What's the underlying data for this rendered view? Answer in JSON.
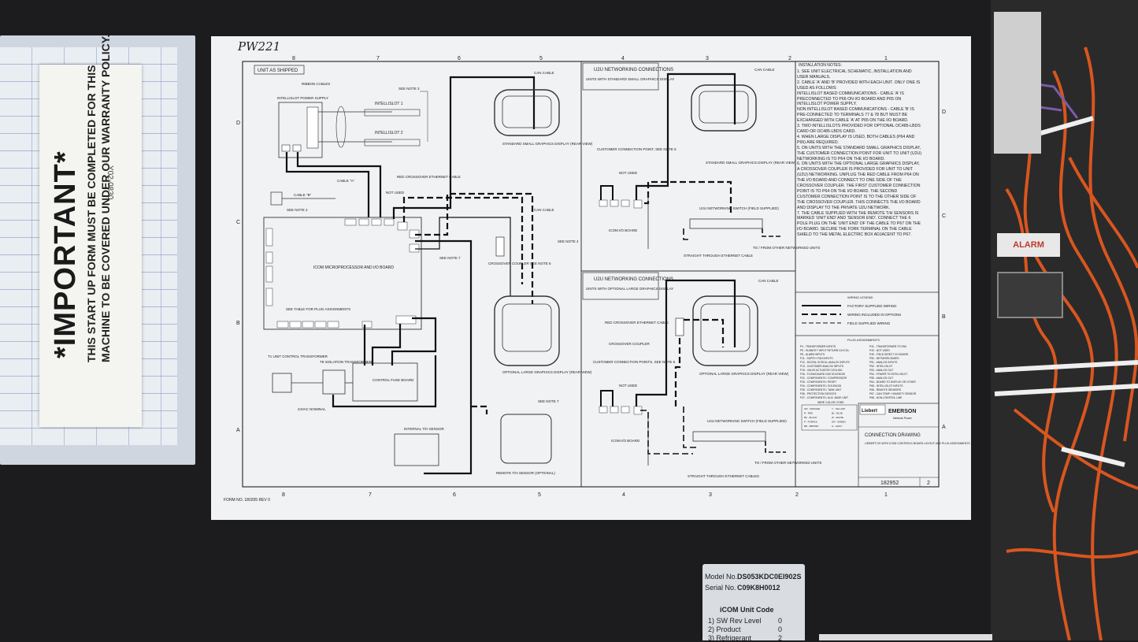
{
  "important_label": {
    "title": "*IMPORTANT*",
    "line1": "THIS START UP FORM MUST BE COMPLETED FOR THIS",
    "line2": "MACHINE TO BE COVERED UNDER OUR WARRANTY POLICY.",
    "form_no": "Y02-0830"
  },
  "handwritten_tag": "PW221",
  "sheet": {
    "zone_numbers_top": [
      "8",
      "7",
      "6",
      "5",
      "4",
      "3",
      "2",
      "1"
    ],
    "zone_letters": [
      "D",
      "C",
      "B",
      "A"
    ],
    "form_footer": "FORM NO. 180205   REV 0",
    "unit_as_shipped": "UNIT AS SHIPPED",
    "u2u_standard_title": "U2U NETWORKING CONNECTIONS",
    "u2u_standard_sub": "UNITS WITH STANDARD SMALL GRAPHICS DISPLAY",
    "u2u_optional_title": "U2U NETWORKING CONNECTIONS",
    "u2u_optional_sub": "UNITS WITH OPTIONAL LARGE GRAPHICS DISPLAY",
    "labels": {
      "ribbon_cables": "RIBBON CABLES",
      "intellislot_power_supply": "INTELLISLOT POWER SUPPLY",
      "intellislot1": "INTELLISLOT 1",
      "intellislot2": "INTELLISLOT 2",
      "see_note3": "SEE NOTE 3",
      "cable_a": "CABLE \"A\"",
      "cable_b": "CABLE \"B\"",
      "see_note2": "SEE NOTE 2",
      "not_used": "NOT USED",
      "red_crossover": "RED CROSSOVER ETHERNET CABLE",
      "can_cable": "CAN CABLE",
      "icom_board": "ICOM MICROPROCESSOR AND I/O BOARD",
      "see_table": "SEE TABLE FOR PLUG ASSIGNMENTS",
      "see_note7": "SEE NOTE 7",
      "see_note4": "SEE NOTE 4",
      "crossover_coupler": "CROSSOVER COUPLER SEE NOTE 6",
      "standard_display": "STANDARD SMALL GRAPHICS DISPLAY (REAR VIEW)",
      "optional_display": "OPTIONAL LARGE GRAPHICS DISPLAY (REAR VIEW)",
      "t1_transformer": "T1 UNIT CONTROL TRANSFORMER",
      "t8_transformer": "T8 ISOLATION TRANSFORMER",
      "control_fuse": "CONTROL FUSE BOARD",
      "vac24": "24VAC NOMINAL",
      "internal_sensor": "INTERNAL T/H SENSOR",
      "remote_sensor": "REMOTE T/H SENSOR (OPTIONAL)",
      "customer_conn_5": "CUSTOMER CONNECTION POINT, SEE NOTE 5",
      "customer_conn_6": "CUSTOMER CONNECTION POINTS, SEE NOTE 6",
      "icom_io": "ICOM I/O BOARD",
      "u2u_switch": "U2U NETWORKING SWITCH (FIELD SUPPLIED)",
      "to_from_units": "TO / FROM OTHER NETWORKED UNITS",
      "straight_cable": "STRAIGHT THROUGH ETHERNET CABLE",
      "straight_cables": "STRAIGHT THROUGH ETHERNET CABLES",
      "red_crossover2": "RED CROSSOVER ETHERNET CABLE",
      "crossover_coupler2": "CROSSOVER COUPLER"
    },
    "installation_notes_title": "INSTALLATION NOTES:",
    "installation_notes": [
      "1. SEE UNIT ELECTRICAL SCHEMATIC, INSTALLATION AND USER MANUALS.",
      "2. CABLE 'A' AND 'B' PROVIDED WITH EACH UNIT. ONLY ONE IS USED AS FOLLOWS:",
      "INTELLISLOT BASED COMMUNICATIONS - CABLE 'A' IS PRECONNECTED TO P66 ON I/O BOARD AND P65 ON INTELLISLOT POWER SUPPLY.",
      "NON INTELLISLOT BASED COMMUNICATIONS - CABLE 'B' IS PRE-CONNECTED TO TERMINALS 77 & 78 BUT MUST BE EXCHANGED WITH CABLE 'A' AT P65 ON THE I/O BOARD.",
      "3. TWO INTELLISLOTS PROVIDED FOR OPTIONAL OC485-LBDS CARD OR OC485-LBDS CARD.",
      "4. WHEN LARGE DISPLAY IS USED, BOTH CABLES (P64 AND P66) ARE REQUIRED.",
      "5. ON UNITS WITH THE STANDARD SMALL GRAPHICS DISPLAY, THE CUSTOMER CONNECTION POINT FOR UNIT TO UNIT (U2U) NETWORKING IS TO P64 ON THE I/O BOARD.",
      "6. ON UNITS WITH THE OPTIONAL LARGE GRAPHICS DISPLAY, A CROSSOVER COUPLER IS PROVIDED FOR UNIT TO UNIT (U2U) NETWORKING. UNPLUG THE RED CABLE FROM P64 ON THE I/O BOARD AND CONNECT TO ONE SIDE OF THE CROSSOVER COUPLER. THE FIRST CUSTOMER CONNECTION POINT IS TO P64 ON THE I/O BOARD. THE SECOND CUSTOMER CONNECTION POINT IS TO THE OTHER SIDE OF THE CROSSOVER COUPLER. THIS CONNECTS THE I/O BOARD AND DISPLAY TO THE PRIVATE U2U NETWORK.",
      "7. THE CABLE SUPPLIED WITH THE REMOTE T/H SENSORS IS MARKED 'UNIT END' AND 'SENSOR END'. CONNECT THE 6 POLE PLUG ON THE 'UNIT END' OF THE CABLE TO P67 ON THE I/O BOARD. SECURE THE FORK TERMINAL ON THE CABLE SHIELD TO THE METAL ELECTRIC BOX ADJACENT TO P67."
    ],
    "wiring_legend_title": "WIRING LEGEND",
    "wiring_legend": [
      "FACTORY SUPPLIED WIRING",
      "WIRING INCLUDED IN OPTIONS",
      "FIELD SUPPLIED WIRING"
    ],
    "plug_assignments_title": "PLUG ASSIGNMENTS",
    "plug_assignments_left": [
      "P4 - TRANSFORMER INPUTS",
      "P5 - HUMIDITY INPUT RETURN GLYCOL",
      "P8 - ALARM INPUTS",
      "P11 - SUPPLY FAN INPUTS",
      "P12 - DIGITAL SCROLL ANALOG INPUTS",
      "P13 - CUSTOMER ANALOG INPUTS",
      "P15 - VALVE ACTUATOR COOLING",
      "P16 - FLOW/GUARD GAS SOLENOID",
      "P22 - COMPONENTS / COMPRESSOR",
      "P33 - COMPONENTS / RESET",
      "P34 - COMPONENTS / SOLENOID",
      "P35 - COMPONENTS / TANK UNIT",
      "P36 - PROTECTION DEVICES",
      "P37 - COMPONENTS / AUX. BASE UNIT"
    ],
    "plug_assignments_right": [
      "P41 - TRANSFORMER TO FAN",
      "P43 - NOT USED",
      "P49 - FIELD DIRECT I/O BOARD",
      "P50 - NETWORK BASED",
      "P51 - ANALOG INPUTS",
      "P52 - INTELLISLOT",
      "P53 - ANALOG OUT",
      "P54 - POWER TO INTELLISLOT",
      "P55 - ANALOG OUT",
      "P64 - BOARD TO DISPLAY OR OTHER",
      "P65 - INTELLISLOT INPUTS",
      "P66 - REMOTE SENSORS",
      "P67 - CAN TEMP / HUMIDITY SENSOR",
      "P68 - NON-CONTROL LINE"
    ],
    "wire_color_codes": [
      "OR - ORANGE",
      "Y - YELLOW",
      "R - RED",
      "BL - BLUE",
      "BK - BLACK",
      "W - WHITE",
      "P - PURPLE",
      "GR - GREEN",
      "BR - BROWN",
      "G - GRAY"
    ],
    "wire_color_title": "WIRE COLOR CODE",
    "brand_left": "Liebert",
    "brand_right": "EMERSON",
    "brand_right_sub": "Network Power",
    "drawing_title": "CONNECTION DRAWING",
    "drawing_subtitle": "LIEBERT DS WITH ICOM CONTROLS BOARD LAYOUT AND PLUG ASSIGNMENTS",
    "drawing_number": "182952",
    "revision": "2"
  },
  "unit_tag": {
    "model_label": "Model No.",
    "model_value": "DS053KDC0EI902S",
    "serial_label": "Serial No.",
    "serial_value": "C09K8H0012",
    "section_title": "iCOM Unit Code",
    "rows": [
      {
        "label": "1) SW Rev Level",
        "value": "0"
      },
      {
        "label": "2) Product",
        "value": "0"
      },
      {
        "label": "3) Refrigerant",
        "value": "2"
      }
    ]
  },
  "right_panel": {
    "alarm_label": "ALARM"
  }
}
